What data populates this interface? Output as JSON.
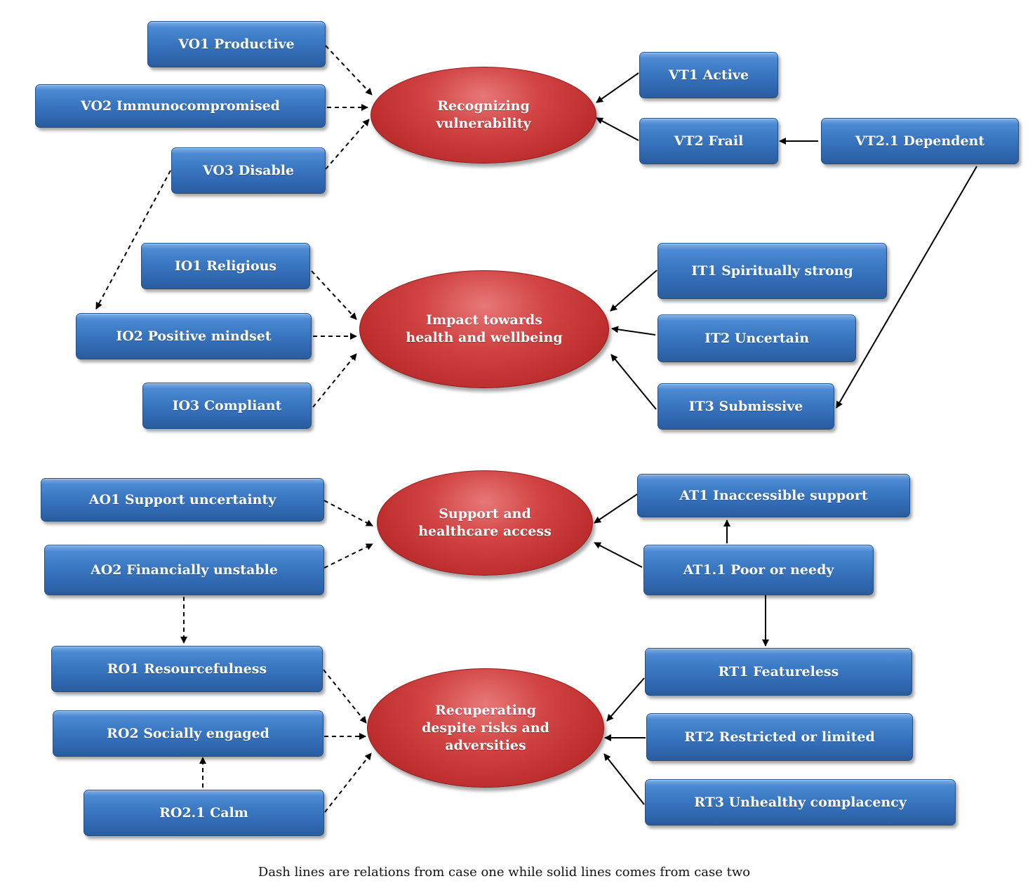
{
  "themes": {
    "vulnerability": "Recognizing\nvulnerability",
    "impact": "Impact towards\nhealth and wellbeing",
    "support": "Support and\nhealthcare access",
    "recuperating": "Recuperating\ndespite risks and\nadversities"
  },
  "boxes": {
    "vo1": "VO1 Productive",
    "vo2": "VO2 Immunocompromised",
    "vo3": "VO3 Disable",
    "vt1": "VT1 Active",
    "vt2": "VT2 Frail",
    "vt21": "VT2.1 Dependent",
    "io1": "IO1 Religious",
    "io2": "IO2 Positive mindset",
    "io3": "IO3 Compliant",
    "it1": "IT1 Spiritually strong",
    "it2": "IT2 Uncertain",
    "it3": "IT3 Submissive",
    "ao1": "AO1 Support uncertainty",
    "ao2": "AO2 Financially unstable",
    "at1": "AT1 Inaccessible support",
    "at11": "AT1.1 Poor or needy",
    "ro1": "RO1 Resourcefulness",
    "ro2": "RO2 Socially engaged",
    "ro21": "RO2.1 Calm",
    "rt1": "RT1 Featureless",
    "rt2": "RT2 Restricted or limited",
    "rt3": "RT3 Unhealthy complacency"
  },
  "caption": "Dash lines are relations from case one while solid lines comes from case two",
  "colors": {
    "node_fill": "#3a77c2",
    "theme_fill": "#c93a3a",
    "arrow": "#000000"
  }
}
